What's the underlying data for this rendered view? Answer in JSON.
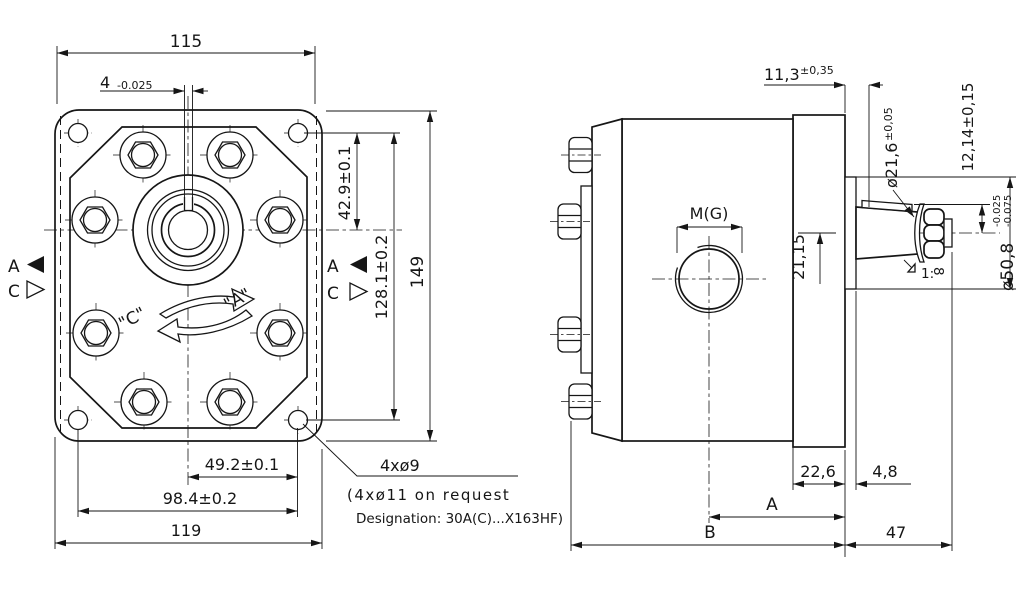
{
  "front": {
    "dims": {
      "top_width": "115",
      "key_width": "4",
      "key_width_tol": "-0.025",
      "center_height": "42.9±0.1",
      "hole_spacing_v": "128.1±0.2",
      "total_height": "149",
      "center_to_hole": "49.2±0.1",
      "hole_spacing_h": "98.4±0.2",
      "total_width": "119"
    },
    "ports": {
      "a": "A",
      "c": "C"
    },
    "rotation": {
      "cw": "\"A\"",
      "ccw": "\"C\""
    },
    "notes": {
      "holes": "4xø9",
      "holes_alt": "(4xø11 on request",
      "designation": "Designation: 30A(C)...X163HF)"
    }
  },
  "side": {
    "dims": {
      "gauge_offset": "11,3",
      "gauge_offset_tol": "±0,35",
      "shaft_dia": "ø21,6",
      "shaft_dia_tol": "±0,05",
      "key_height": "12,14±0,15",
      "pilot_dia": "ø50,8",
      "pilot_dia_tol_upper": "-0.025",
      "pilot_dia_tol_lower": "-0.075",
      "port_offset": "21,15",
      "port_thread": "M(G)",
      "flange_thickness": "22,6",
      "pilot_length": "4,8",
      "length_a": "A",
      "length_b": "B",
      "shaft_length": "47",
      "taper_prefix": "1:",
      "taper_digit": "8"
    }
  }
}
